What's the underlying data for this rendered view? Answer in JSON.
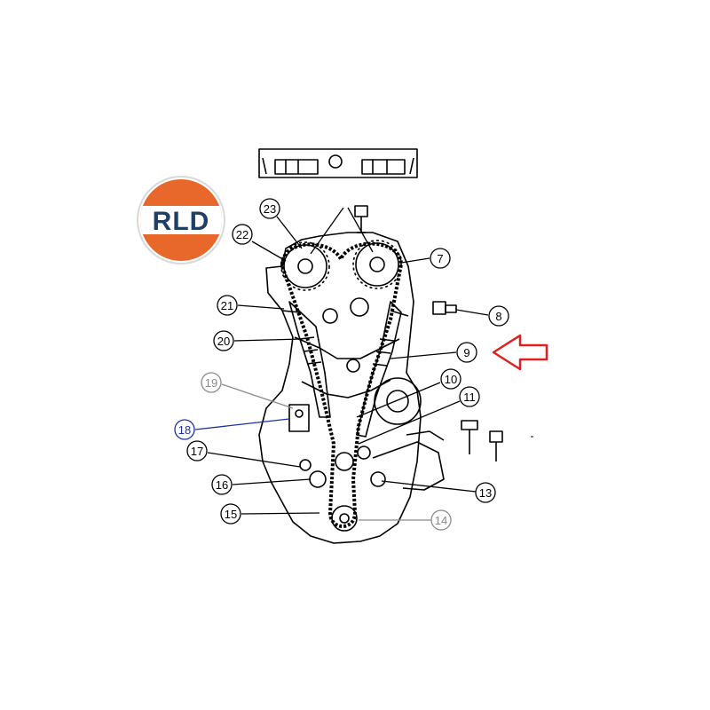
{
  "logo": {
    "text": "RLD",
    "colors": {
      "orange": "#e8672a",
      "navy": "#1f3f66",
      "ring": "#d9d9d9"
    }
  },
  "colors": {
    "line": "#000000",
    "highlight_arrow": "#e02020",
    "callout_default": "#000000",
    "callout_gray": "#8a8a8a",
    "callout_blue": "#1b2fa8"
  },
  "callouts": [
    {
      "id": "c7",
      "label": "7",
      "style": "default"
    },
    {
      "id": "c8",
      "label": "8",
      "style": "default"
    },
    {
      "id": "c9",
      "label": "9",
      "style": "default"
    },
    {
      "id": "c10",
      "label": "10",
      "style": "default"
    },
    {
      "id": "c11",
      "label": "11",
      "style": "default"
    },
    {
      "id": "c13",
      "label": "13",
      "style": "default"
    },
    {
      "id": "c14",
      "label": "14",
      "style": "gray"
    },
    {
      "id": "c15",
      "label": "15",
      "style": "default"
    },
    {
      "id": "c16",
      "label": "16",
      "style": "default"
    },
    {
      "id": "c17",
      "label": "17",
      "style": "default"
    },
    {
      "id": "c18",
      "label": "18",
      "style": "blue"
    },
    {
      "id": "c19",
      "label": "19",
      "style": "gray"
    },
    {
      "id": "c20",
      "label": "20",
      "style": "default"
    },
    {
      "id": "c21",
      "label": "21",
      "style": "default"
    },
    {
      "id": "c22",
      "label": "22",
      "style": "default"
    },
    {
      "id": "c23",
      "label": "23",
      "style": "default"
    }
  ]
}
